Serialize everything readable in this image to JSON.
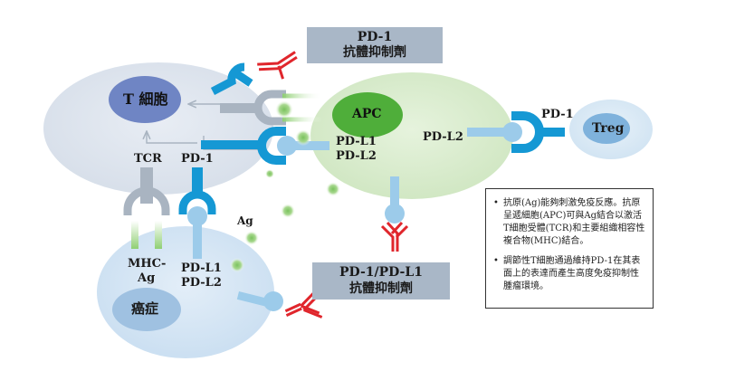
{
  "cells": {
    "t_cell": "T 細胞",
    "apc": "APC",
    "treg": "Treg",
    "cancer": "癌症"
  },
  "receptors": {
    "tcr": "TCR",
    "pd1_tcell": "PD-1",
    "pd1_treg": "PD-1",
    "pdl1_apc_line1": "PD-L1",
    "pdl1_apc_line2": "PD-L2",
    "pdl2_apc": "PD-L2",
    "mhc_line1": "MHC-",
    "mhc_line2": "Ag",
    "pdl1_cancer_line1": "PD-L1",
    "pdl1_cancer_line2": "PD-L2",
    "ag": "Ag"
  },
  "drug_boxes": {
    "pd1_inhibitor_line1": "PD-1",
    "pd1_inhibitor_line2": "抗體抑制劑",
    "pdl1_inhibitor_line1": "PD-1/PD-L1",
    "pdl1_inhibitor_line2": "抗體抑制劑"
  },
  "notes": [
    "抗原(Ag)能夠刺激免疫反應。抗原呈遞細胞(APC)可與Ag結合以激活T細胞受體(TCR)和主要組織相容性複合物(MHC)結合。",
    "調節性T細胞通過維持PD-1在其表面上的表達而產生高度免疫抑制性腫瘤環境。"
  ],
  "colors": {
    "tcell_membrane": "#dde4ee",
    "tcell_nucleus": "#6f85c4",
    "apc_membrane": "#d7eccb",
    "apc_nucleus": "#4fae3a",
    "treg_membrane": "#dbeaf6",
    "treg_nucleus": "#7fb2dc",
    "cancer_membrane": "#d4e5f4",
    "cancer_nucleus": "#9fc1e1",
    "pd1_receptor": "#1598d4",
    "ligand": "#9ccbea",
    "antibody": "#e0262c",
    "grey_receptor": "#a9b4c1",
    "green_dot": "#7ac25e",
    "drug_box": "#a9b7c7"
  }
}
